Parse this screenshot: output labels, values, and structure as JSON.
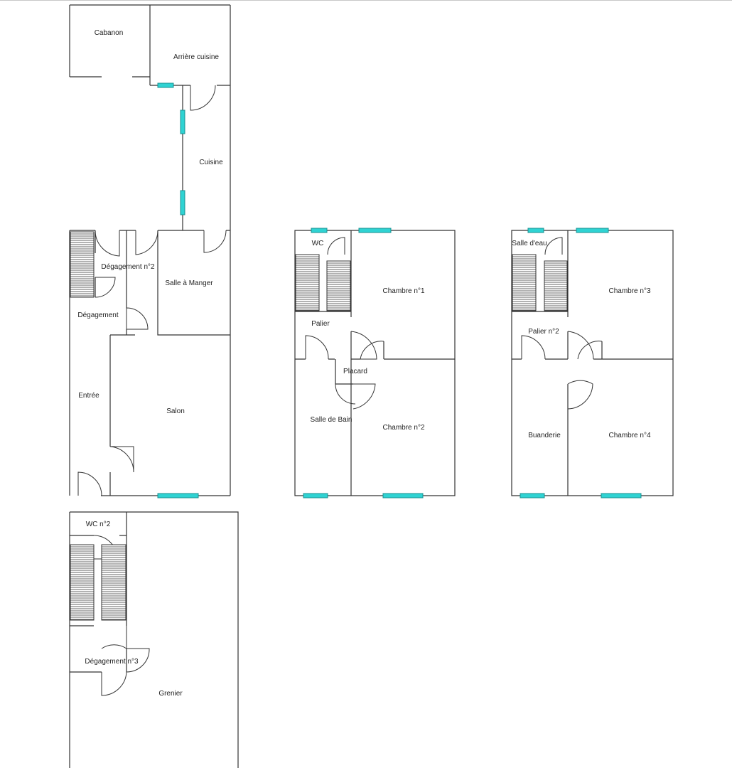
{
  "window_color": "#2fd3d3",
  "wall_color": "#333333",
  "rooms": {
    "cabanon": "Cabanon",
    "arriere_cuisine": "Arrière cuisine",
    "cuisine": "Cuisine",
    "degagement_2": "Dégagement n°2",
    "salle_a_manger": "Salle à Manger",
    "degagement": "Dégagement",
    "entree": "Entrée",
    "salon": "Salon",
    "wc": "WC",
    "palier": "Palier",
    "placard": "Placard",
    "salle_de_bain": "Salle de Bain",
    "chambre_1": "Chambre n°1",
    "chambre_2": "Chambre n°2",
    "salle_d_eau": "Salle d'eau",
    "palier_2": "Palier n°2",
    "buanderie": "Buanderie",
    "chambre_3": "Chambre n°3",
    "chambre_4": "Chambre n°4",
    "wc_2": "WC n°2",
    "degagement_3": "Dégagement n°3",
    "grenier": "Grenier"
  }
}
